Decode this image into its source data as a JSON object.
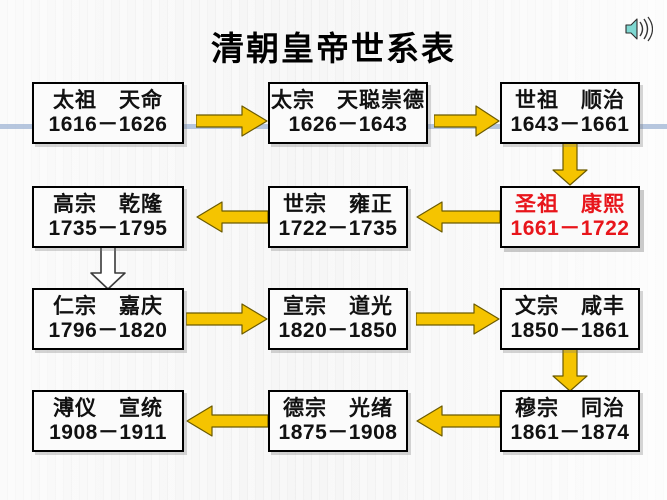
{
  "slide": {
    "title": "清朝皇帝世系表",
    "speaker_icon": "speaker-icon",
    "background_color": "#f2f2f2",
    "rule_color": "#a9bcd8",
    "arrow_color": "#f5c400",
    "highlight_color": "#e8151b"
  },
  "rows": [
    {
      "boxes": [
        {
          "name": "太祖　天命",
          "years": "1616－1626",
          "highlight": false
        },
        {
          "name": "太宗　天聪崇德",
          "years": "1626－1643",
          "highlight": false
        },
        {
          "name": "世祖　顺治",
          "years": "1643－1661",
          "highlight": false
        }
      ]
    },
    {
      "boxes": [
        {
          "name": "高宗　乾隆",
          "years": "1735－1795",
          "highlight": false
        },
        {
          "name": "世宗　雍正",
          "years": "1722－1735",
          "highlight": false
        },
        {
          "name": "圣祖　康熙",
          "years": "1661－1722",
          "highlight": true
        }
      ]
    },
    {
      "boxes": [
        {
          "name": "仁宗　嘉庆",
          "years": "1796－1820",
          "highlight": false
        },
        {
          "name": "宣宗　道光",
          "years": "1820－1850",
          "highlight": false
        },
        {
          "name": "文宗　咸丰",
          "years": "1850－1861",
          "highlight": false
        }
      ]
    },
    {
      "boxes": [
        {
          "name": "溥仪　宣统",
          "years": "1908－1911",
          "highlight": false
        },
        {
          "name": "德宗　光绪",
          "years": "1875－1908",
          "highlight": false
        },
        {
          "name": "穆宗　同治",
          "years": "1861－1874",
          "highlight": false
        }
      ]
    }
  ],
  "connectors": [
    {
      "id": "r1-c1-to-c2",
      "direction": "right",
      "style": "solid-yellow"
    },
    {
      "id": "r1-c2-to-c3",
      "direction": "right",
      "style": "solid-yellow"
    },
    {
      "id": "r1c3-to-r2c3",
      "direction": "down",
      "style": "solid-yellow"
    },
    {
      "id": "r2-c3-to-c2",
      "direction": "left",
      "style": "solid-yellow"
    },
    {
      "id": "r2-c2-to-c1",
      "direction": "left",
      "style": "solid-yellow"
    },
    {
      "id": "r2c1-to-r3c1",
      "direction": "down",
      "style": "hollow-white"
    },
    {
      "id": "r3-c1-to-c2",
      "direction": "right",
      "style": "solid-yellow"
    },
    {
      "id": "r3-c2-to-c3",
      "direction": "right",
      "style": "solid-yellow"
    },
    {
      "id": "r3c3-to-r4c3",
      "direction": "down",
      "style": "solid-yellow"
    },
    {
      "id": "r4-c3-to-c2",
      "direction": "left",
      "style": "solid-yellow"
    },
    {
      "id": "r4-c2-to-c1",
      "direction": "left",
      "style": "solid-yellow"
    }
  ]
}
